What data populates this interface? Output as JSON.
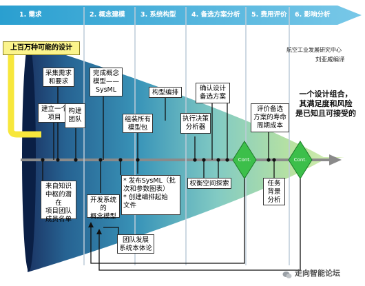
{
  "phases": [
    {
      "label": "1. 需求"
    },
    {
      "label": "2. 概念建模"
    },
    {
      "label": "3. 系统构型"
    },
    {
      "label": "4. 备选方案分析"
    },
    {
      "label": "5. 费用评价"
    },
    {
      "label": "6. 影响分析"
    }
  ],
  "start_box": "上百万种可能的设计",
  "credit": {
    "org": "航空工业发展研究中心",
    "author": "刘亚威编译"
  },
  "conclusion": "一个设计组合，\n其满足度和风险\n是已知且可接受的",
  "upper_boxes": {
    "collect_needs": "采集需求\n和要求",
    "build_project": "建立一个\n项目",
    "build_team": "构建\n团队",
    "sysml_model": "完成概念\n模型——\nSysML",
    "config_arrange": "构型编排",
    "assemble_models": "组装所有\n模型包",
    "exec_analyzer": "执行决策\n分析器",
    "confirm_design": "确认设计\n备选方案",
    "lifecycle_cost": "评价备选\n方案的寿命\n周期成本"
  },
  "lower_boxes": {
    "team_members": "来自知识\n中枢的潜在\n项目团队\n成员名单",
    "dev_concept_model": "开发系统的\n概念模型",
    "publish_sysml": "* 发布SysML（批\n次和参数图表）\n* 创建编排起始\n文件",
    "team_dev": "团队发展\n系统本体论",
    "tradespace": "权衡空间探索",
    "task_background": "任务\n背景\n分析"
  },
  "diamonds": [
    {
      "label": "Cont."
    },
    {
      "label": "Cont."
    }
  ],
  "watermark": "走向智能论坛",
  "colors": {
    "phase_bar": "#1e8fbf",
    "cone_dark": "#0f2a5c",
    "cone_light": "#c3e5a0",
    "start_box": "#fbf48c",
    "diamond": "#3cbf4a",
    "arrow_gray": "#8a8a8a",
    "yellow_bracket": "#f7e73c"
  }
}
